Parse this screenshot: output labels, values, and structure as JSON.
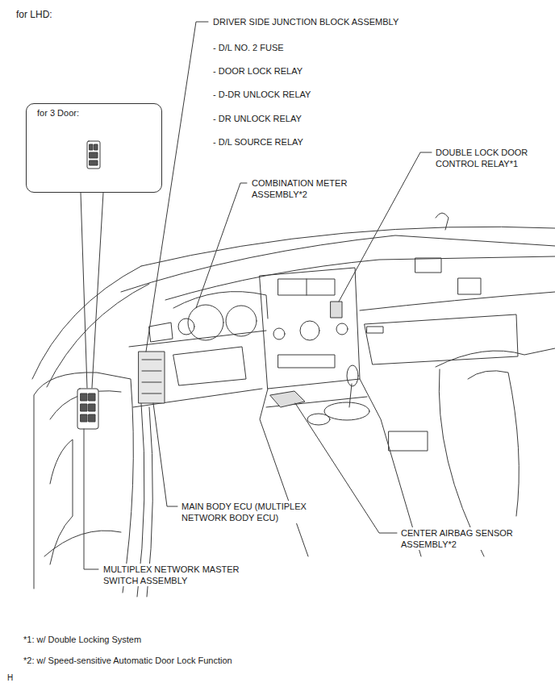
{
  "diagram": {
    "title": "for LHD:",
    "nodes": [
      {
        "text": [
          "for 3 Door:"
        ]
      }
    ],
    "labels": [
      "DRIVER SIDE JUNCTION BLOCK ASSEMBLY",
      "- D/L NO. 2 FUSE",
      "- DOOR LOCK RELAY",
      "- D-DR UNLOCK RELAY",
      "- DR UNLOCK RELAY",
      "- D/L SOURCE RELAY",
      "DOUBLE LOCK DOOR CONTROL RELAY*1",
      "COMBINATION METER ASSEMBLY*2",
      "MAIN BODY ECU (MULTIPLEX NETWORK BODY ECU)",
      "CENTER AIRBAG SENSOR ASSEMBLY*2",
      "MULTIPLEX NETWORK MASTER SWITCH ASSEMBLY",
      "*1: w/ Double Locking System",
      "*2: w/ Speed-sensitive Automatic Door Lock Function",
      "H"
    ]
  }
}
